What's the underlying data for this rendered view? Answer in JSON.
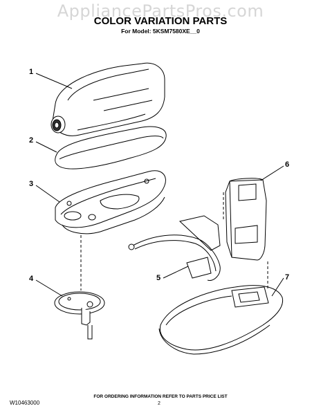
{
  "watermark": "AppliancePartsPros.com",
  "header": {
    "title": "COLOR VARIATION PARTS",
    "subtitle": "For Model: 5KSM7580XE__0"
  },
  "callouts": [
    "1",
    "2",
    "3",
    "4",
    "5",
    "6",
    "7"
  ],
  "footer": {
    "doc_number": "W10463000",
    "ordering_note": "FOR ORDERING INFORMATION REFER TO PARTS PRICE LIST",
    "page_number": "2"
  }
}
